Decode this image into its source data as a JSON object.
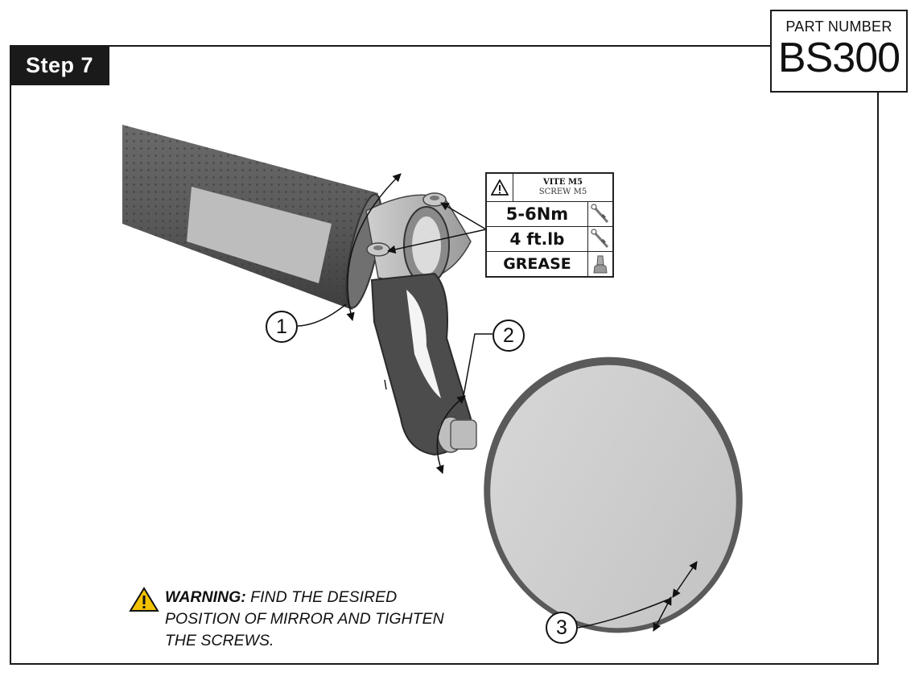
{
  "header": {
    "step_label": "Step 7",
    "part_number_label": "PART NUMBER",
    "part_number": "BS300"
  },
  "spec_table": {
    "title_it": "VITE M5",
    "title_en": "SCREW M5",
    "torque_nm": "5-6Nm",
    "torque_ftlb": "4 ft.lb",
    "grease": "GREASE",
    "icons": [
      "warning-triangle-icon",
      "torque-wrench-icon",
      "torque-wrench-icon",
      "grease-tube-icon"
    ]
  },
  "callouts": [
    "1",
    "2",
    "3"
  ],
  "warning": {
    "label": "WARNING:",
    "line1": "FIND THE DESIRED",
    "line2": "POSITION OF MIRROR AND TIGHTEN",
    "line3": "THE SCREWS."
  },
  "colors": {
    "frame": "#1a1a1a",
    "grip": "#555555",
    "mirror_glass": "#cfcfcf",
    "warning_yellow": "#f2c200"
  }
}
